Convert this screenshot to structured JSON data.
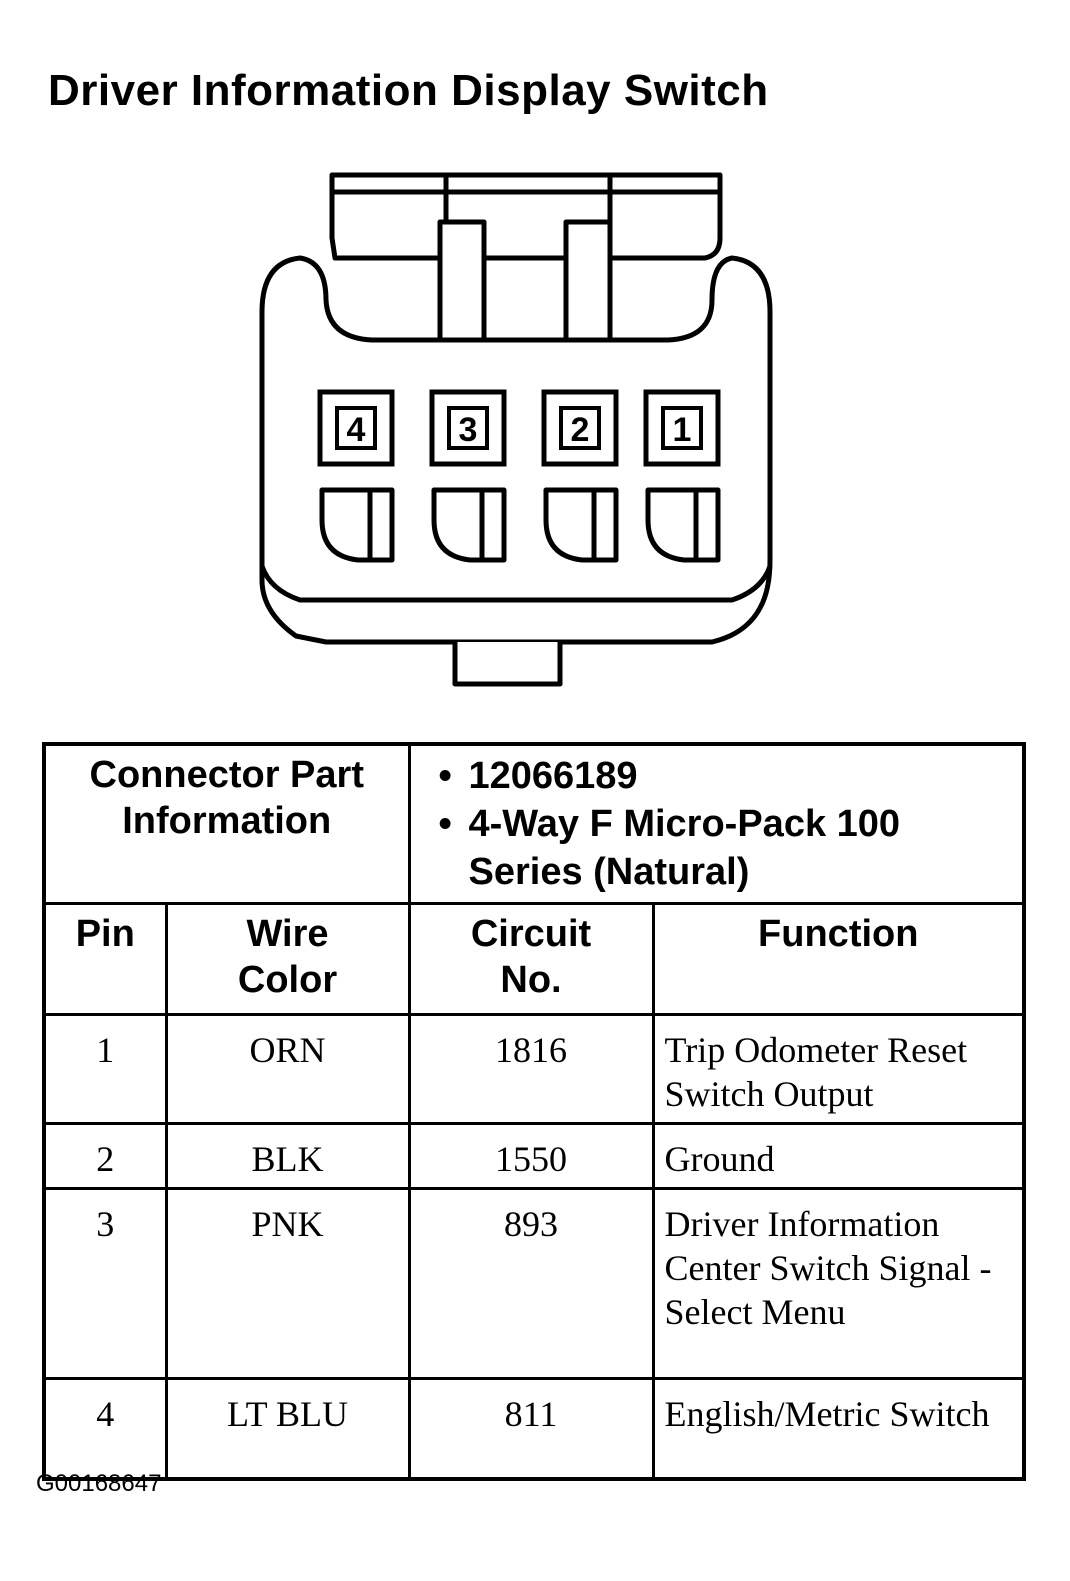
{
  "title": "Driver Information Display Switch",
  "connector": {
    "pin_labels": [
      "4",
      "3",
      "2",
      "1"
    ]
  },
  "table": {
    "part_info_label": "Connector Part Information",
    "part_info_values": [
      "12066189",
      "4-Way F Micro-Pack 100 Series (Natural)"
    ],
    "columns": [
      "Pin",
      "Wire Color",
      "Circuit No.",
      "Function"
    ],
    "rows": [
      {
        "pin": "1",
        "wire_color": "ORN",
        "circuit": "1816",
        "function": "Trip Odometer Reset Switch Output"
      },
      {
        "pin": "2",
        "wire_color": "BLK",
        "circuit": "1550",
        "function": "Ground"
      },
      {
        "pin": "3",
        "wire_color": "PNK",
        "circuit": "893",
        "function": "Driver Information Center Switch Signal - Select Menu"
      },
      {
        "pin": "4",
        "wire_color": "LT BLU",
        "circuit": "811",
        "function": "English/Metric Switch"
      }
    ]
  },
  "footer_code": "G00168647"
}
